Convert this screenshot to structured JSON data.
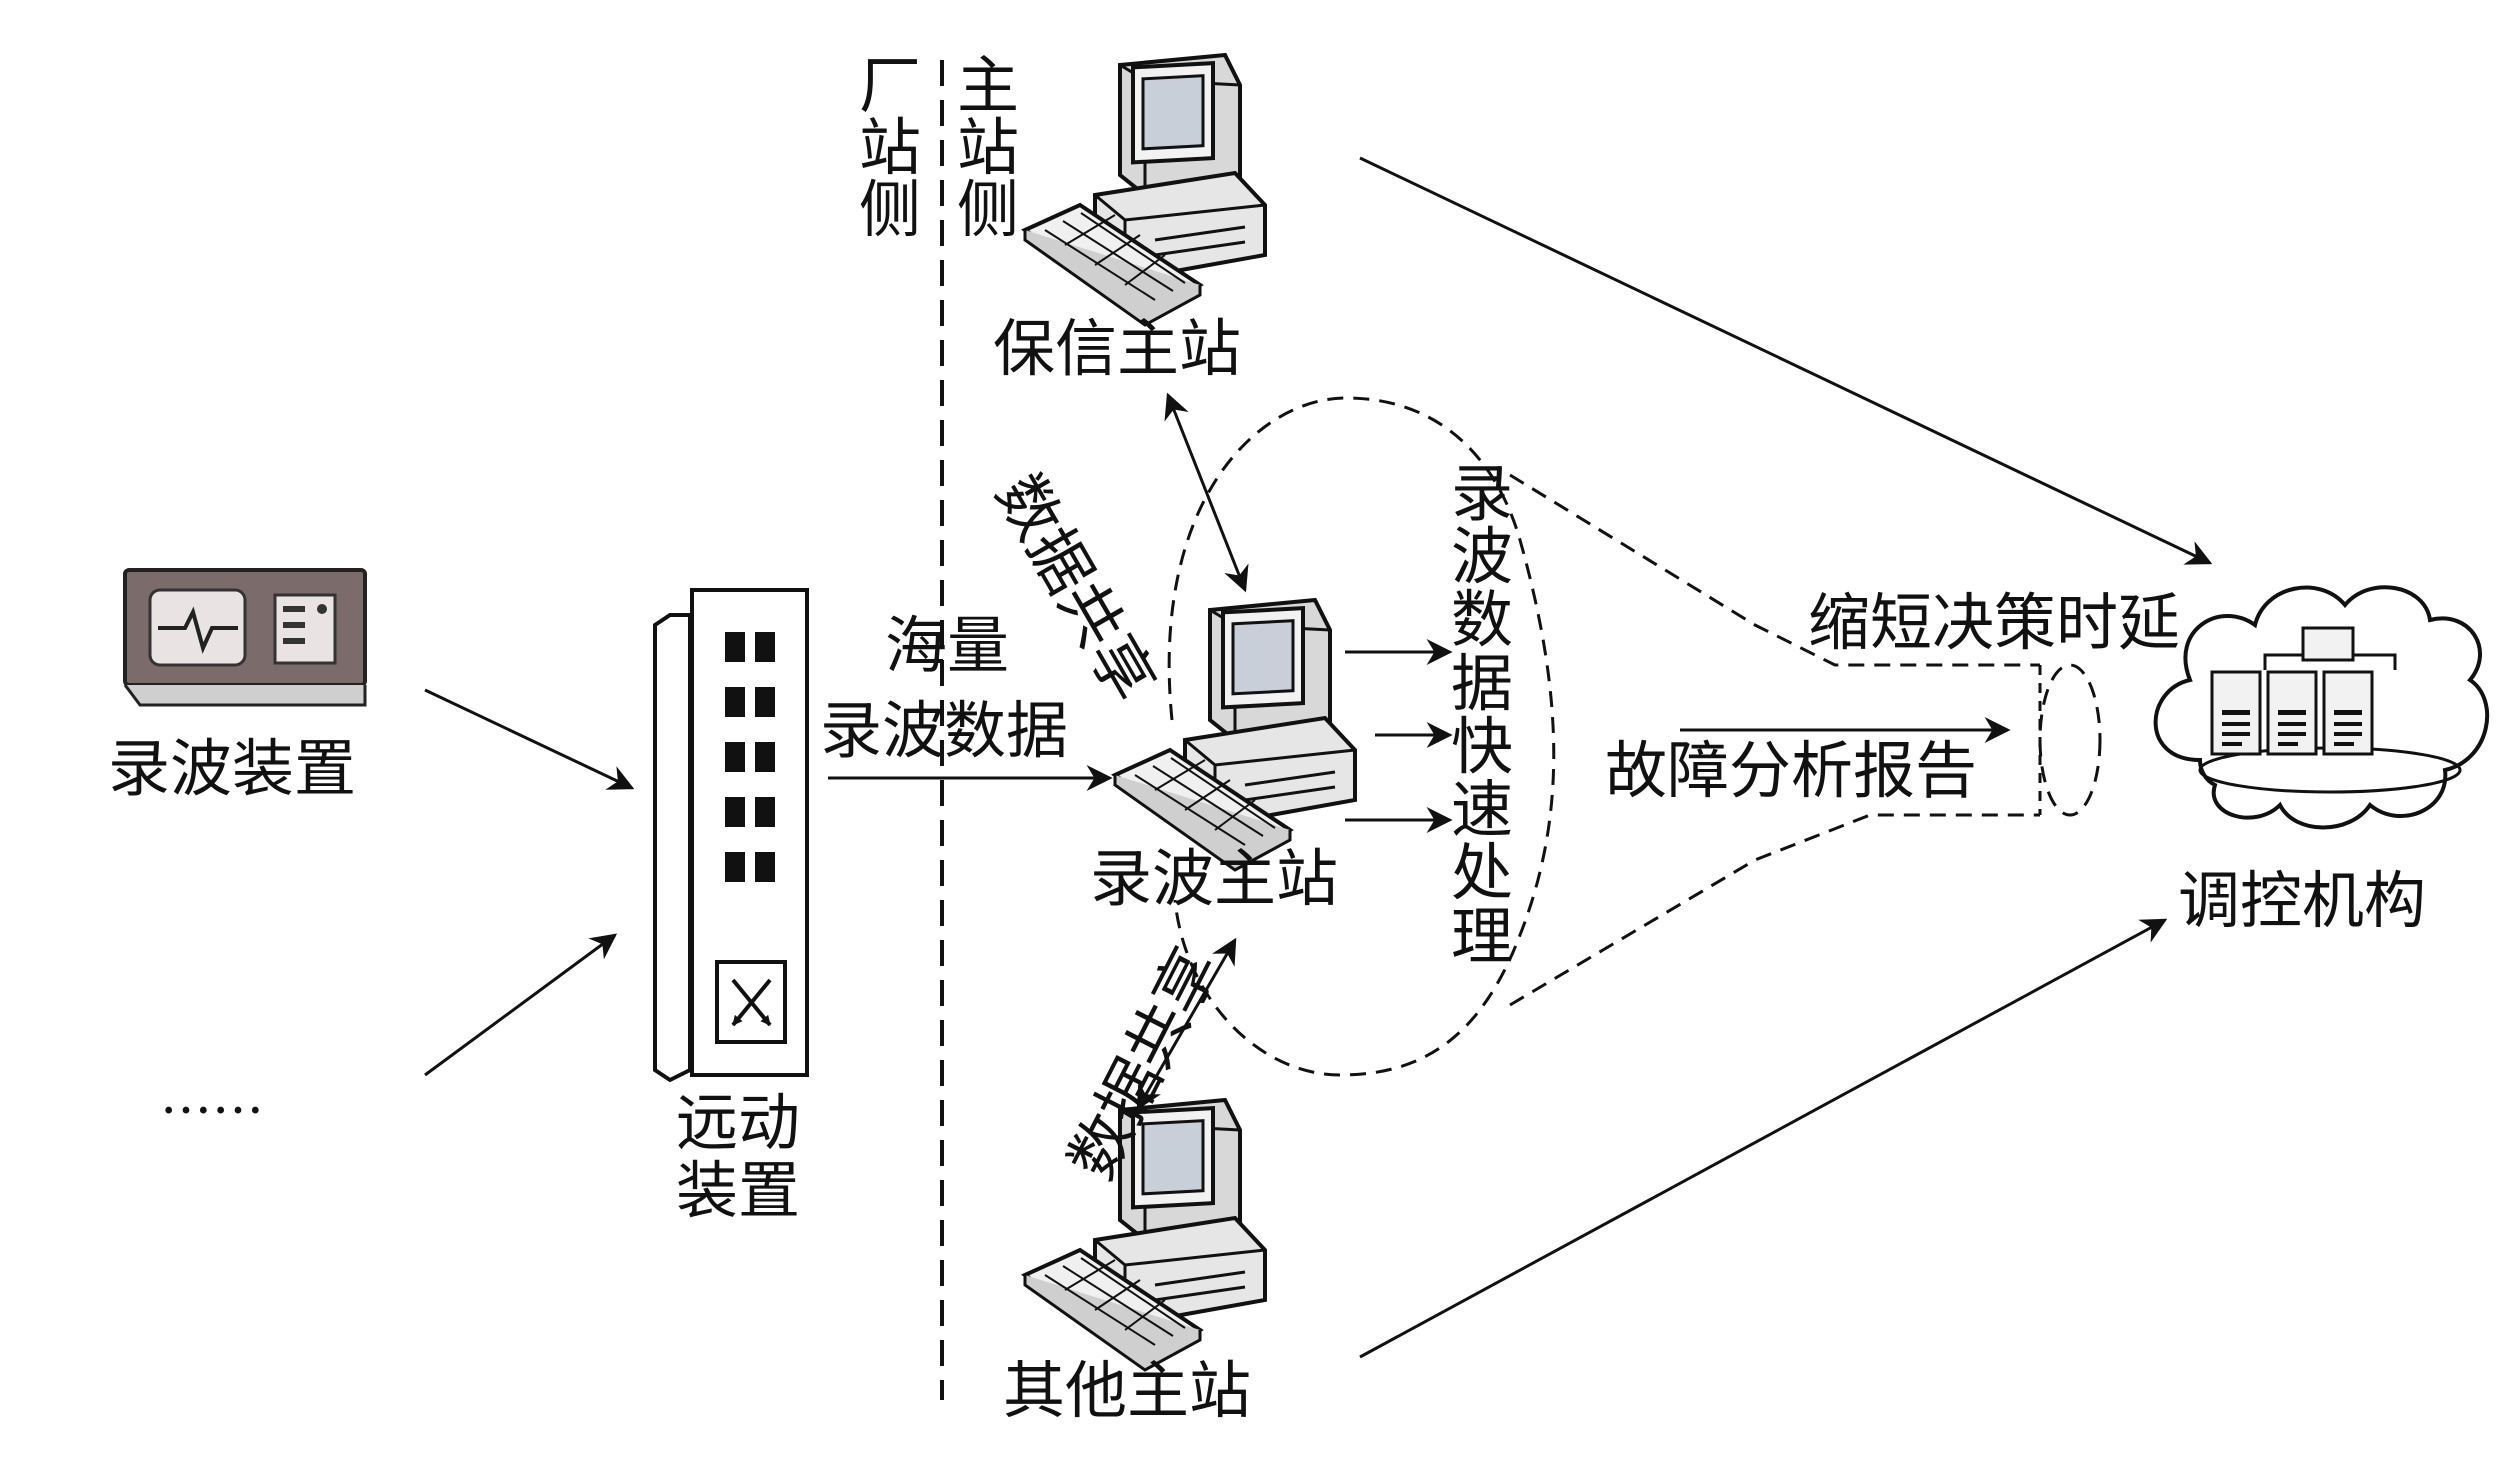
{
  "regions": {
    "plant_side": "厂站侧",
    "master_side": "主站侧"
  },
  "nodes": {
    "recorder_device": "录波装置",
    "more_devices": "……",
    "telecontrol_device_line1": "远动",
    "telecontrol_device_line2": "装置",
    "protection_master": "保信主站",
    "recorder_master": "录波主站",
    "other_master": "其他主站",
    "dispatch_center": "调控机构"
  },
  "edge_labels": {
    "mass_data_line1": "海量",
    "mass_data_line2": "录波数据",
    "data_sharing_top": "数据共享",
    "data_sharing_bottom": "数据共享",
    "fast_processing": "录波数据快速处理",
    "shorten_delay": "缩短决策时延",
    "fault_report": "故障分析报告"
  },
  "icons": {
    "recorder": "waveform-recorder-icon",
    "switch": "network-switch-icon",
    "computer": "desktop-computer-icon",
    "cloud": "cloud-server-icon"
  },
  "colors": {
    "line": "#111111",
    "device_body": "#e6e6e6",
    "screen": "#c9cfd9",
    "recorder_body": "#7b6b6b"
  }
}
